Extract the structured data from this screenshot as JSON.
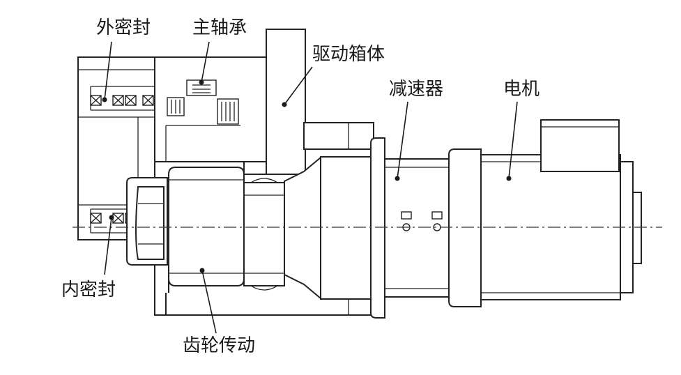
{
  "labels": {
    "outer_seal": "外密封",
    "main_bearing": "主轴承",
    "drive_housing": "驱动箱体",
    "reducer": "减速器",
    "motor": "电机",
    "inner_seal": "内密封",
    "gear_drive": "齿轮传动"
  },
  "colors": {
    "line": "#222222",
    "text": "#1a1a1a",
    "background": "#ffffff"
  }
}
